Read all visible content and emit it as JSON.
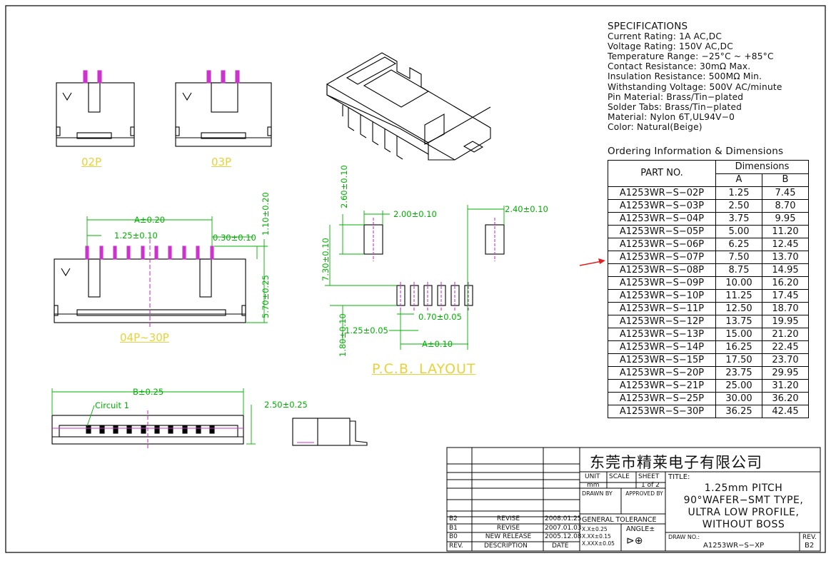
{
  "specifications": {
    "heading": "SPECIFICATIONS",
    "lines": [
      "Current Rating: 1A AC,DC",
      "Voltage Rating: 150V AC,DC",
      "Temperature Range: −25°C ~ +85°C",
      "Contact Resistance: 30mΩ Max.",
      "Insulation Resistance: 500MΩ Min.",
      "Withstanding Voltage: 500V AC/minute",
      "Pin Material: Brass/Tin−plated",
      "Solder Tabs: Brass/Tin−plated",
      "Material: Nylon 6T,UL94V−0",
      "Color: Natural(Beige)"
    ]
  },
  "ordering": {
    "heading": "Ordering Information & Dimensions",
    "col_part": "PART NO.",
    "col_dims": "Dimensions",
    "col_a": "A",
    "col_b": "B",
    "rows": [
      [
        "A1253WR−S−02P",
        "1.25",
        "7.45"
      ],
      [
        "A1253WR−S−03P",
        "2.50",
        "8.70"
      ],
      [
        "A1253WR−S−04P",
        "3.75",
        "9.95"
      ],
      [
        "A1253WR−S−05P",
        "5.00",
        "11.20"
      ],
      [
        "A1253WR−S−06P",
        "6.25",
        "12.45"
      ],
      [
        "A1253WR−S−07P",
        "7.50",
        "13.70"
      ],
      [
        "A1253WR−S−08P",
        "8.75",
        "14.95"
      ],
      [
        "A1253WR−S−09P",
        "10.00",
        "16.20"
      ],
      [
        "A1253WR−S−10P",
        "11.25",
        "17.45"
      ],
      [
        "A1253WR−S−11P",
        "12.50",
        "18.70"
      ],
      [
        "A1253WR−S−12P",
        "13.75",
        "19.95"
      ],
      [
        "A1253WR−S−13P",
        "15.00",
        "21.20"
      ],
      [
        "A1253WR−S−14P",
        "16.25",
        "22.45"
      ],
      [
        "A1253WR−S−15P",
        "17.50",
        "23.70"
      ],
      [
        "A1253WR−S−20P",
        "23.75",
        "29.95"
      ],
      [
        "A1253WR−S−21P",
        "25.00",
        "31.20"
      ],
      [
        "A1253WR−S−25P",
        "30.00",
        "36.20"
      ],
      [
        "A1253WR−S−30P",
        "36.25",
        "42.45"
      ]
    ]
  },
  "labels": {
    "view_02p": "02P",
    "view_03p": "03P",
    "view_04p30p": "04P~30P",
    "pcb_layout": "P.C.B. LAYOUT",
    "circuit1": "Circuit 1"
  },
  "dimensions": {
    "a": "A±0.20",
    "pitch": "1.25±0.10",
    "pin_w": "0.30±0.10",
    "top_h": "1.10±0.20",
    "body_h": "5.70±0.25",
    "b": "B±0.25",
    "side_h": "2.50±0.25",
    "pad_h": "2.60±0.10",
    "pad_w": "2.00±0.10",
    "pad_w2": "2.40±0.10",
    "span": "7.30±0.10",
    "sig_h": "1.80±0.10",
    "sig_pitch": "1.25±0.05",
    "sig_w": "0.70±0.05",
    "pcb_a": "A±0.10"
  },
  "title_block": {
    "company": "东莞市精莱电子有限公司",
    "unit_label": "UNIT",
    "unit_value": "mm",
    "scale_label": "SCALE",
    "sheet_label": "SHEET",
    "sheet_value": "1 of 2",
    "drawn_by": "DRAWN BY",
    "approved_by": "APPROVED BY",
    "general_tolerance": "GENERAL  TOLERANCE",
    "tol_x": "X.X±0.25",
    "tol_xx": "X.XX±0.15",
    "tol_xxx": "X.XXX±0.05",
    "angle": "ANGLE±",
    "title_label": "TITLE:",
    "title_lines": [
      "1.25mm PITCH",
      "90°WAFER−SMT TYPE,",
      "ULTRA LOW PROFILE,",
      "WITHOUT BOSS"
    ],
    "draw_no_label": "DRAW NO.:",
    "draw_no": "A1253WR−S−XP",
    "rev_label": "REV.",
    "rev_value": "B2",
    "revisions": [
      {
        "rev": "B2",
        "desc": "REVISE",
        "date": "2008.01.25"
      },
      {
        "rev": "B1",
        "desc": "REVISE",
        "date": "2007.01.03"
      },
      {
        "rev": "B0",
        "desc": "NEW RELEASE",
        "date": "2005.12.08"
      }
    ],
    "hdr_rev": "REV.",
    "hdr_desc": "DESCRIPTION",
    "hdr_date": "DATE"
  },
  "colors": {
    "dimension": "#00b000",
    "pin": "#cc33cc",
    "label": "#e8d23a",
    "arrow": "#e02020"
  }
}
